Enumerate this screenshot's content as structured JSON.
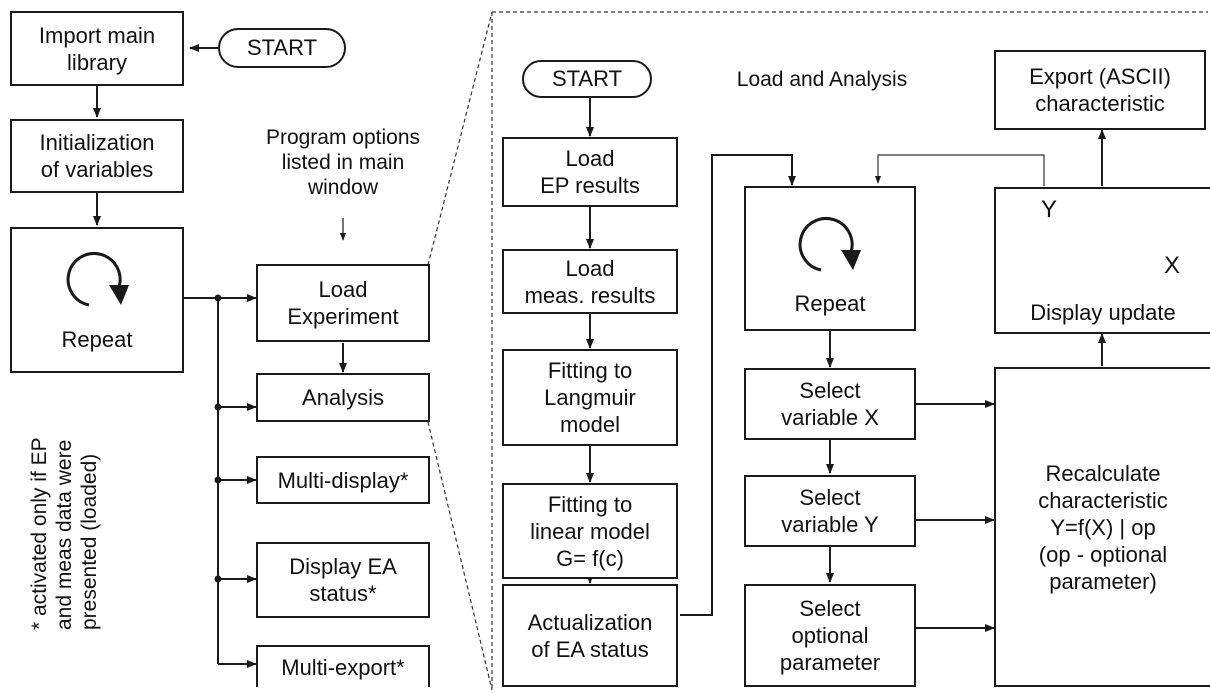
{
  "left": {
    "start": "START",
    "import": "Import main\nlibrary",
    "init": "Initialization\nof variables",
    "repeat": "Repeat"
  },
  "program_options": "Program options\nlisted in main\nwindow",
  "options": [
    {
      "id": "load",
      "label": "Load\nExperiment"
    },
    {
      "id": "analysis",
      "label": "Analysis"
    },
    {
      "id": "multidisplay",
      "label": "Multi-display*"
    },
    {
      "id": "displayea",
      "label": "Display EA\nstatus*"
    },
    {
      "id": "multiexport",
      "label": "Multi-export*"
    }
  ],
  "footnote": "* activated only if EP\nand meas data were\npresented (loaded)",
  "detail": {
    "start": "START",
    "heading": "Load and Analysis",
    "steps": [
      "Load\nEP results",
      "Load\nmeas. results",
      "Fitting to\nLangmuir\nmodel",
      "Fitting to\nlinear model\nG= f(c)",
      "Actualization\nof EA status"
    ],
    "repeat": "Repeat",
    "select_x": "Select\nvariable X",
    "select_y": "Select\nvariable Y",
    "select_op": "Select\noptional\nparameter",
    "recalc": "Recalculate\ncharacteristic\nY=f(X) | op\n(op - optional\nparameter)",
    "display": "Display update",
    "axis_y": "Y",
    "axis_x": "X",
    "export": "Export (ASCII)\ncharacteristic"
  }
}
